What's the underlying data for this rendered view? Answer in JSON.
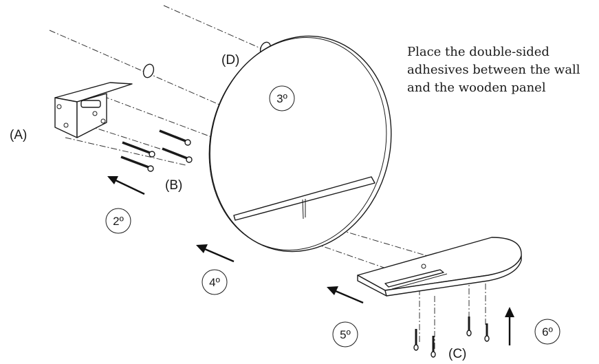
{
  "parts": {
    "bracket_label": "(A)",
    "screws_label": "(B)",
    "shelf_screws_label": "(C)",
    "adhesive_label": "(D)"
  },
  "steps": {
    "step2": "2º",
    "step3": "3º",
    "step4": "4º",
    "step5": "5º",
    "step6": "6º"
  },
  "note": {
    "line1": "Place the double-sided",
    "line2": "adhesives between the wall",
    "line3": "and the wooden panel"
  }
}
